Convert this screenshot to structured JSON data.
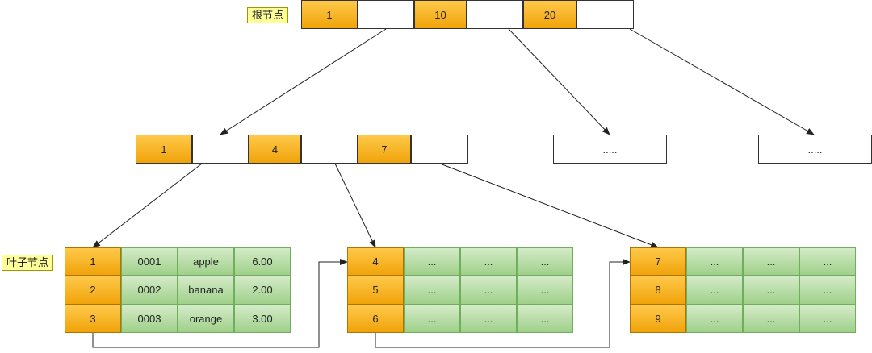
{
  "labels": {
    "root": "根节点",
    "leaf": "叶子节点"
  },
  "root": {
    "keys": [
      "1",
      "10",
      "20"
    ]
  },
  "level2": {
    "node": {
      "keys": [
        "1",
        "4",
        "7"
      ]
    },
    "elided_a": ".....",
    "elided_b": "....."
  },
  "leaves": [
    {
      "rows": [
        {
          "key": "1",
          "cols": [
            "0001",
            "apple",
            "6.00"
          ]
        },
        {
          "key": "2",
          "cols": [
            "0002",
            "banana",
            "2.00"
          ]
        },
        {
          "key": "3",
          "cols": [
            "0003",
            "orange",
            "3.00"
          ]
        }
      ]
    },
    {
      "rows": [
        {
          "key": "4",
          "cols": [
            "...",
            "...",
            "..."
          ]
        },
        {
          "key": "5",
          "cols": [
            "...",
            "...",
            "..."
          ]
        },
        {
          "key": "6",
          "cols": [
            "...",
            "...",
            "..."
          ]
        }
      ]
    },
    {
      "rows": [
        {
          "key": "7",
          "cols": [
            "...",
            "...",
            "..."
          ]
        },
        {
          "key": "8",
          "cols": [
            "...",
            "...",
            "..."
          ]
        },
        {
          "key": "9",
          "cols": [
            "...",
            "...",
            "..."
          ]
        }
      ]
    }
  ],
  "colors": {
    "key_fill": "#f5b01c",
    "data_fill": "#b9dfa8",
    "label_fill": "#ffff99"
  }
}
